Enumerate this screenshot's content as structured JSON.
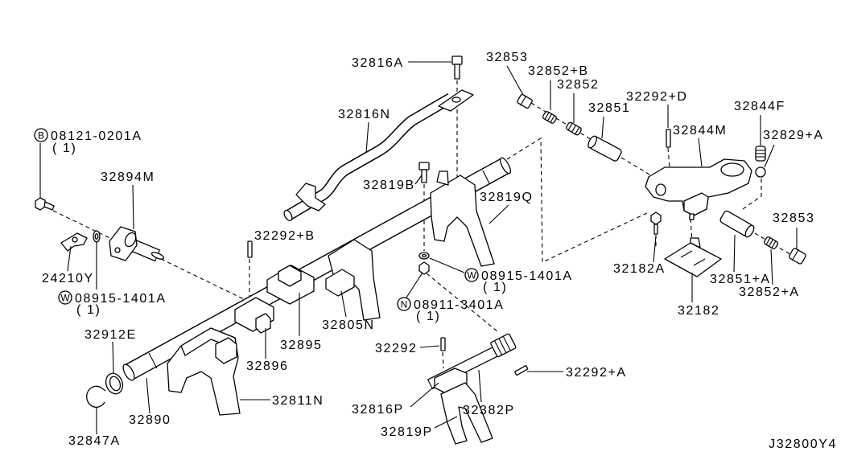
{
  "colors": {
    "line": "#000000",
    "background": "#ffffff"
  },
  "labels": {
    "l32816A": "32816A",
    "l32853_top": "32853",
    "l32852B": "32852+B",
    "l32852": "32852",
    "l32292D": "32292+D",
    "l32851": "32851",
    "l32844F": "32844F",
    "l32816N": "32816N",
    "l32844M": "32844M",
    "l32829A": "32829+A",
    "l32894M": "32894M",
    "l32819B": "32819B",
    "l32819Q": "32819Q",
    "l32853_right": "32853",
    "l32292B": "32292+B",
    "l24210Y": "24210Y",
    "l32182A": "32182A",
    "l32851A": "32851+A",
    "l32852A": "32852+A",
    "l32182": "32182",
    "l32805N": "32805N",
    "l32912E": "32912E",
    "l32895": "32895",
    "l32292": "32292",
    "l32896": "32896",
    "l32292A": "32292+A",
    "l32811N": "32811N",
    "l32816P": "32816P",
    "l32382P": "32382P",
    "l32890": "32890",
    "l32819P": "32819P",
    "l32847A": "32847A"
  },
  "callouts": {
    "bolt_b": {
      "symbol": "B",
      "code": "08121-0201A",
      "qty": "( 1)"
    },
    "washer_w_left": {
      "symbol": "W",
      "code": "08915-1401A",
      "qty": "( 1)"
    },
    "washer_w_right": {
      "symbol": "W",
      "code": "08915-1401A",
      "qty": "( 1)"
    },
    "nut_n": {
      "symbol": "N",
      "code": "08911-3401A",
      "qty": "( 1)"
    }
  },
  "diagram_id": "J32800Y4"
}
